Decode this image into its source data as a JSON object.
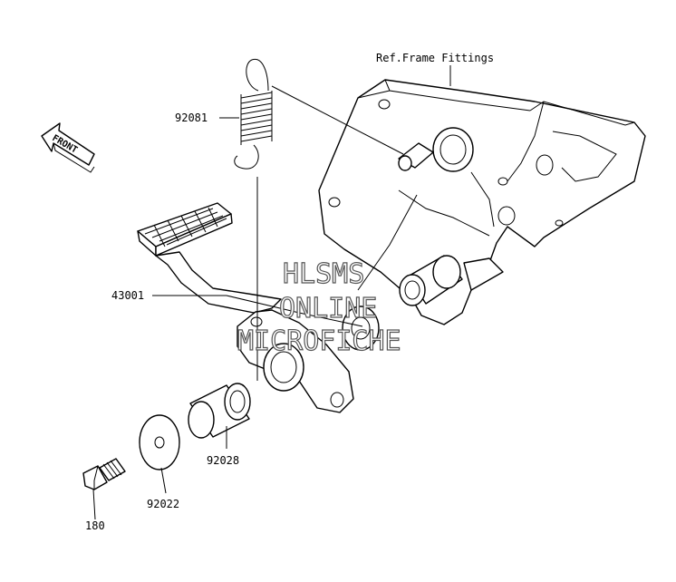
{
  "diagram": {
    "ref_label": "Ref.Frame Fittings",
    "front_label": "FRONT",
    "parts": [
      {
        "id": "92081"
      },
      {
        "id": "43001"
      },
      {
        "id": "92028"
      },
      {
        "id": "92022"
      },
      {
        "id": "180"
      }
    ],
    "watermark": [
      "HLSMS",
      "ONLINE",
      "MICROFICHE"
    ]
  }
}
